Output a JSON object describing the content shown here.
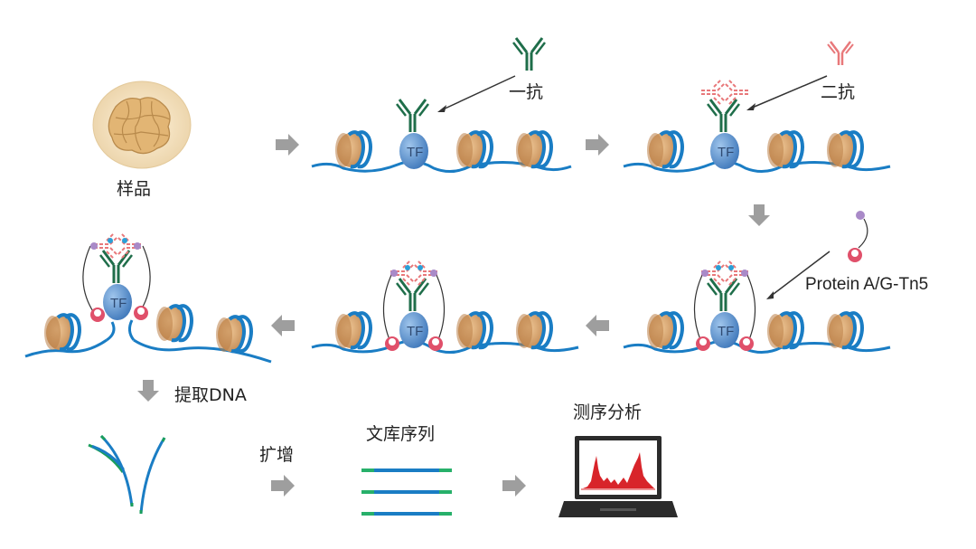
{
  "labels": {
    "sample": "样品",
    "primary_antibody": "一抗",
    "secondary_antibody": "二抗",
    "protein_ag_tn5": "Protein A/G-Tn5",
    "extract_dna": "提取DNA",
    "amplify": "扩增",
    "library_sequence": "文库序列",
    "sequencing_analysis": "测序分析",
    "tf": "TF"
  },
  "colors": {
    "dna": "#1a7dc4",
    "primary_ab": "#1f6e4a",
    "secondary_ab": "#e8787a",
    "nucleosome": "#d9a36e",
    "tf": "#4a86cc",
    "arrow": "#9e9e9e",
    "protein_a": "#e0506a",
    "tn5": "#a98ac8",
    "peaks": "#d8242a"
  },
  "icons": [
    "sample-tissue-icon",
    "antibody-icon",
    "nucleosome-icon",
    "tn5-icon",
    "laptop-icon"
  ]
}
